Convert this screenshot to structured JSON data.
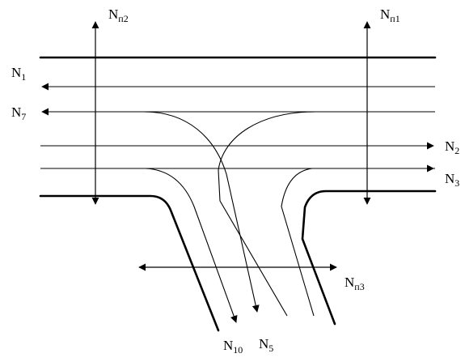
{
  "labels": {
    "n_p2": {
      "main": "N",
      "sub": "п2"
    },
    "n_p1": {
      "main": "N",
      "sub": "п1"
    },
    "n1": {
      "main": "N",
      "sub": "1"
    },
    "n7": {
      "main": "N",
      "sub": "7"
    },
    "n2": {
      "main": "N",
      "sub": "2"
    },
    "n3": {
      "main": "N",
      "sub": "3"
    },
    "n_p3": {
      "main": "N",
      "sub": "п3"
    },
    "n10": {
      "main": "N",
      "sub": "10"
    },
    "n5": {
      "main": "N",
      "sub": "5"
    }
  },
  "colors": {
    "stroke": "#000000",
    "background": "#ffffff"
  }
}
